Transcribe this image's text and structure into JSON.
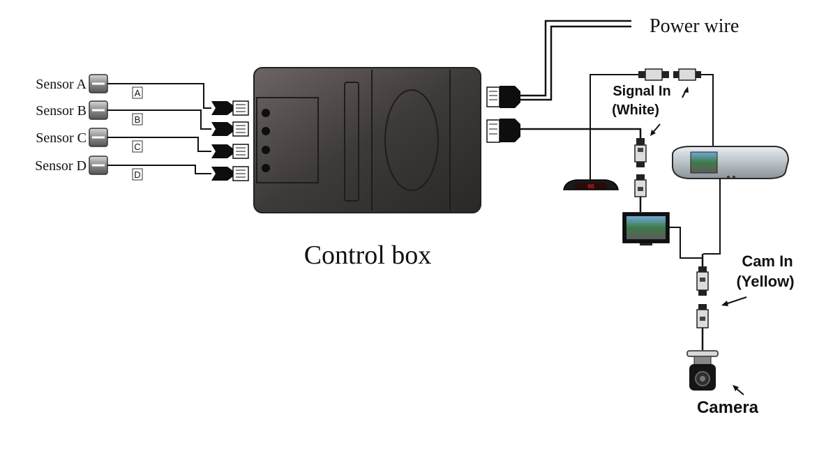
{
  "sensors": [
    {
      "label": "Sensor A",
      "tag": "A"
    },
    {
      "label": "Sensor B",
      "tag": "B"
    },
    {
      "label": "Sensor C",
      "tag": "C"
    },
    {
      "label": "Sensor D",
      "tag": "D"
    }
  ],
  "labels": {
    "control_box": "Control box",
    "power_wire": "Power wire",
    "signal_in_line1": "Signal In",
    "signal_in_line2": "(White)",
    "cam_in_line1": "Cam In",
    "cam_in_line2": "(Yellow)",
    "camera": "Camera"
  },
  "display": {
    "digits": "00"
  },
  "colors": {
    "control_box": "#4a4645",
    "wire": "#111111",
    "display_digits": "#e02020"
  }
}
